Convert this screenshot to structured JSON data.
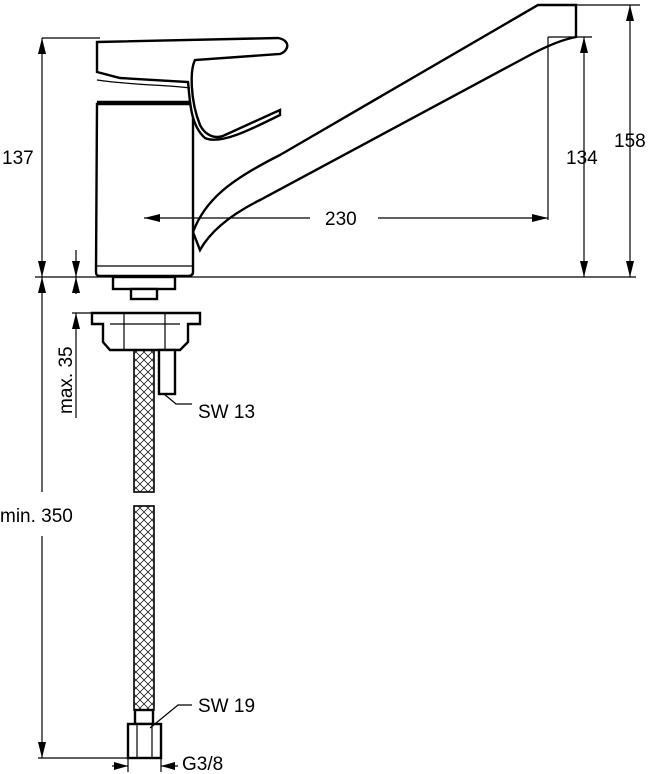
{
  "dimensions": {
    "height_body": "137",
    "height_total": "158",
    "height_spout": "134",
    "spout_reach": "230",
    "max_mount_thickness": "max. 35",
    "min_hose_length": "min. 350",
    "wrench_top": "SW 13",
    "wrench_bottom": "SW 19",
    "thread": "G3/8"
  }
}
